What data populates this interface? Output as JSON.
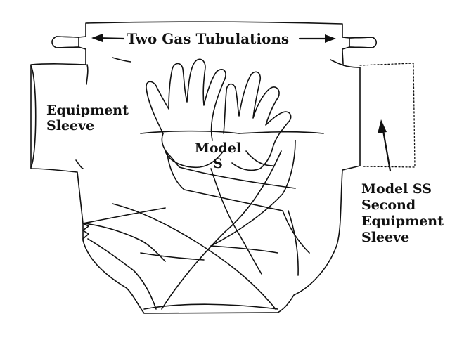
{
  "diagram": {
    "labels": {
      "gas_tubulations": "Two Gas Tubulations",
      "equipment_sleeve_line1": "Equipment",
      "equipment_sleeve_line2": "Sleeve",
      "model_s_line1": "Model",
      "model_s_line2": "S",
      "model_ss_line1": "Model SS",
      "model_ss_line2": "Second",
      "model_ss_line3": "Equipment",
      "model_ss_line4": "Sleeve"
    },
    "colors": {
      "ink": "#111111",
      "background": "#ffffff"
    }
  }
}
